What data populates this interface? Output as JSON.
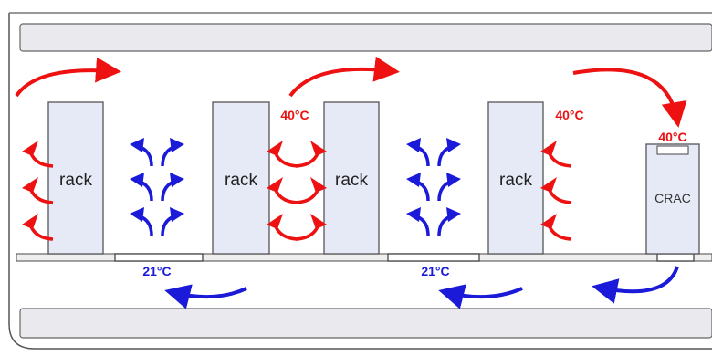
{
  "diagram": {
    "racks": [
      {
        "label": "rack"
      },
      {
        "label": "rack"
      },
      {
        "label": "rack"
      },
      {
        "label": "rack"
      }
    ],
    "crac": {
      "label": "CRAC"
    },
    "hot_temps": [
      "40°C",
      "40°C",
      "40°C"
    ],
    "cold_temps": [
      "21°C",
      "21°C"
    ],
    "colors": {
      "hot": "#ee1111",
      "cold": "#1a1ad8",
      "rack_fill": "#e6e9f6",
      "outline": "#555555"
    }
  }
}
